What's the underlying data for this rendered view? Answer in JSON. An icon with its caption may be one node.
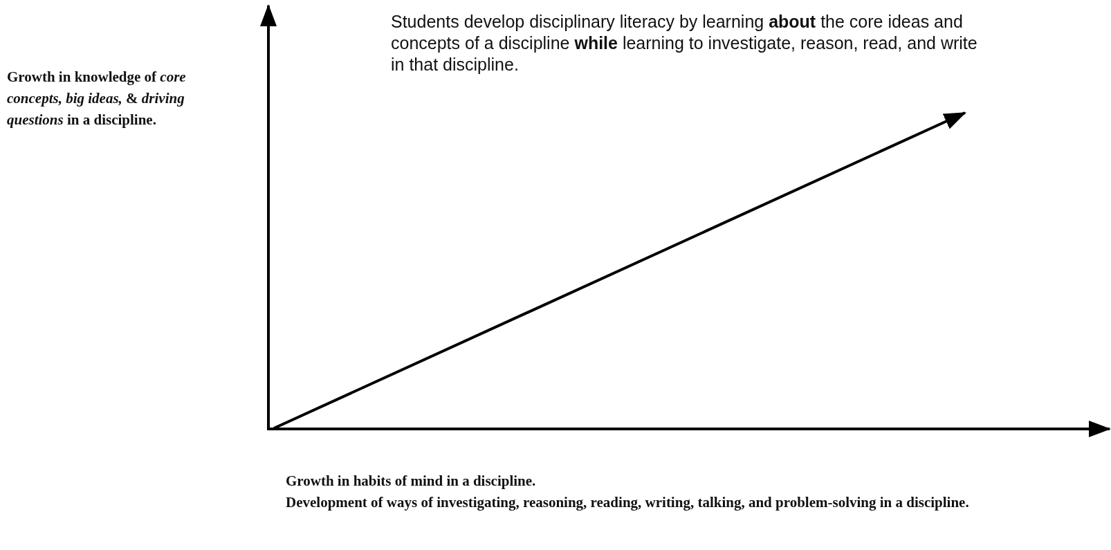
{
  "diagram": {
    "labels": [
      "Growth in knowledge of *core concepts,* *big ideas,* & *driving questions* in a discipline.",
      "Students develop disciplinary literacy by learning **about** the core ideas and concepts of a discipline **while** learning to investigate, reason, read, and write in that discipline.",
      "Growth in habits of mind in a discipline.",
      "Development of ways of investigating, reasoning, reading, writing, talking, and problem-solving in a discipline."
    ]
  }
}
